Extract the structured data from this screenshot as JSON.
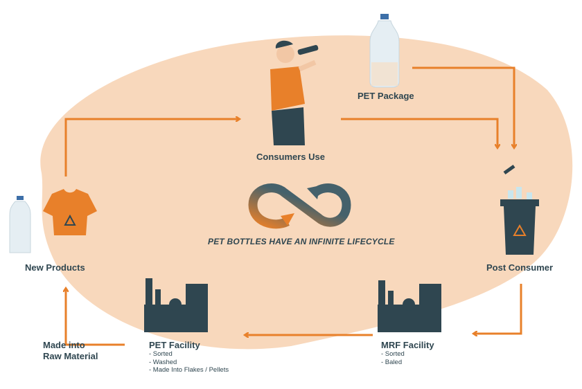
{
  "title": "PET BOTTLES HAVE AN INFINITE LIFECYCLE",
  "nodes": {
    "consumers_use": "Consumers Use",
    "pet_package": "PET Package",
    "post_consumer": "Post Consumer",
    "mrf_facility": {
      "label": "MRF Facility",
      "steps": [
        "- Sorted",
        "- Baled"
      ]
    },
    "pet_facility": {
      "label": "PET Facility",
      "steps": [
        "- Sorted",
        "- Washed",
        "- Made Into Flakes / Pellets"
      ]
    },
    "raw_material": {
      "line1": "Made into",
      "line2": "Raw Material"
    },
    "new_products": "New Products"
  },
  "colors": {
    "orange": "#E8802A",
    "slate": "#2F4650",
    "peach": "#F8D8BC"
  }
}
